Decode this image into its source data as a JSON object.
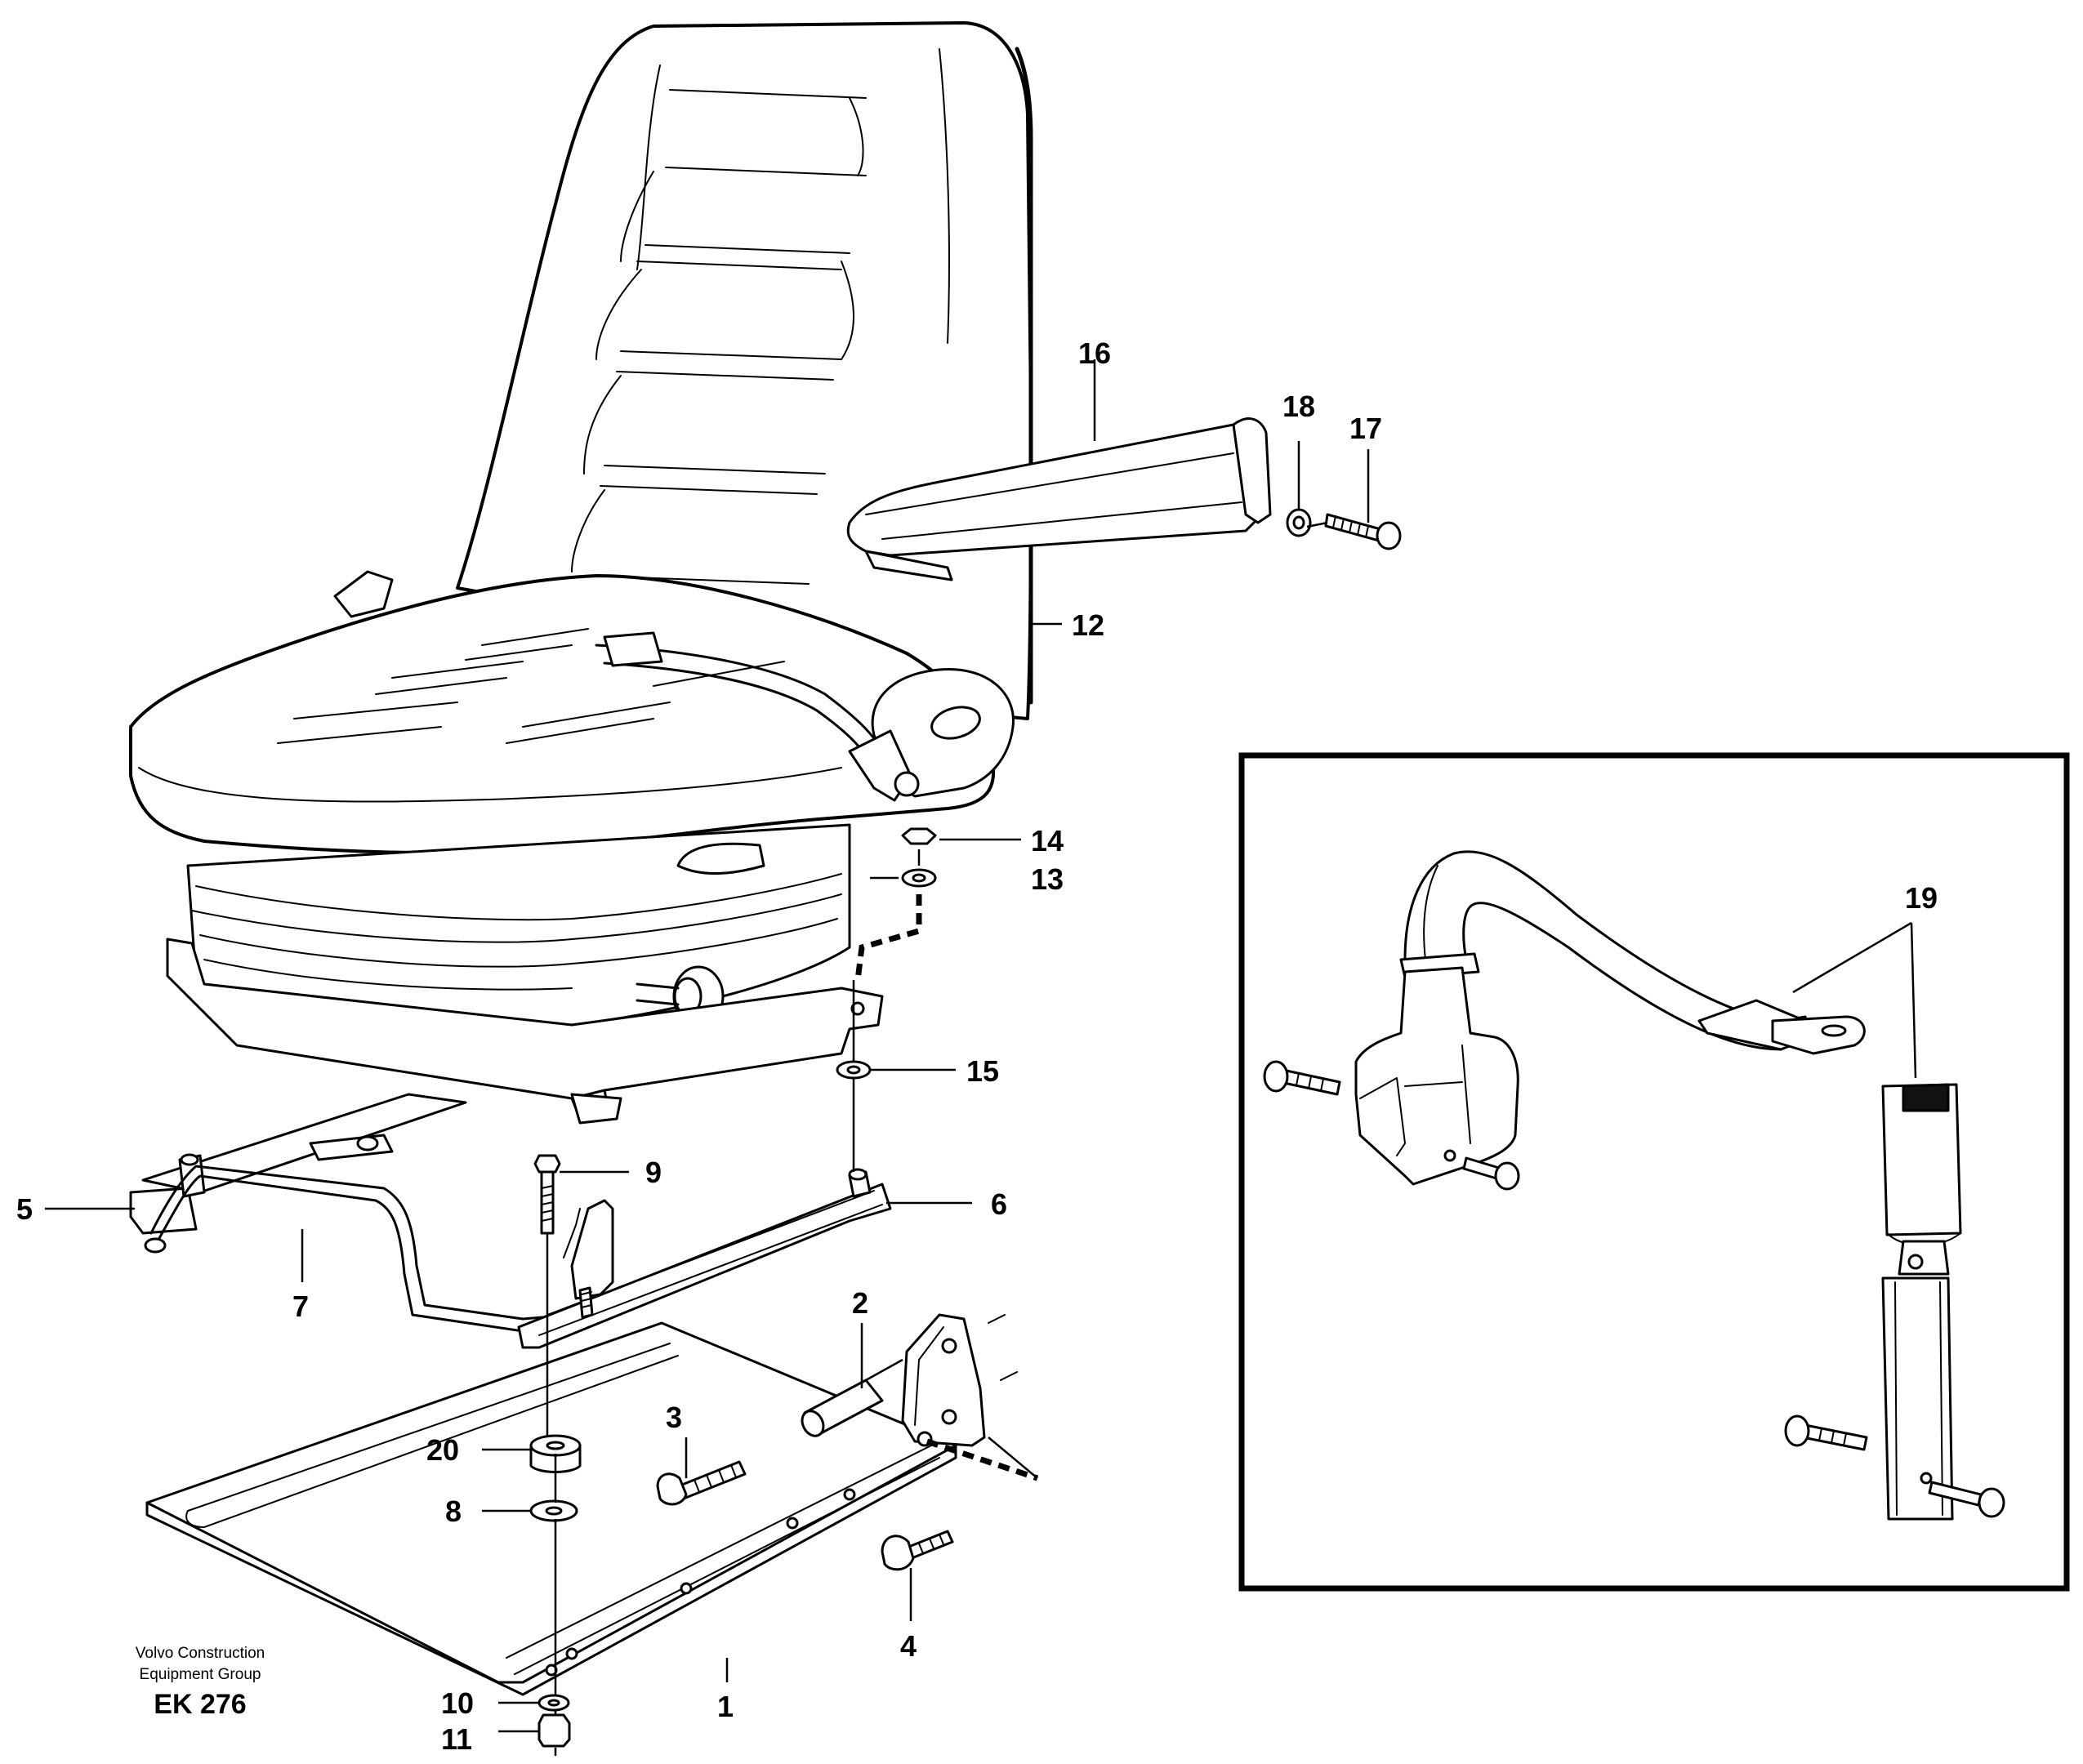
{
  "callouts": {
    "c1": "1",
    "c2": "2",
    "c3": "3",
    "c4": "4",
    "c5": "5",
    "c6": "6",
    "c7": "7",
    "c8": "8",
    "c9": "9",
    "c10": "10",
    "c11": "11",
    "c12": "12",
    "c13": "13",
    "c14": "14",
    "c15": "15",
    "c16": "16",
    "c17": "17",
    "c18": "18",
    "c19": "19",
    "c20": "20"
  },
  "credit": {
    "line1": "Volvo Construction",
    "line2": "Equipment Group",
    "code": "EK 276"
  }
}
